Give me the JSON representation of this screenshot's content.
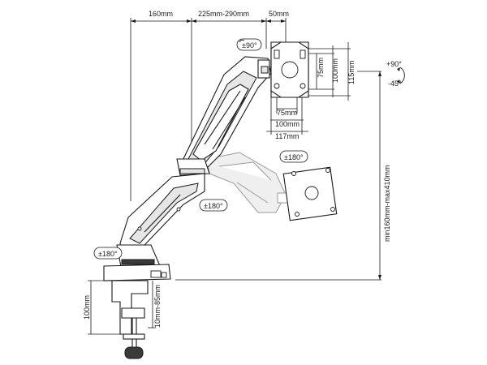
{
  "dimensions": {
    "top": [
      "160mm",
      "225mm-290mm",
      "50mm"
    ],
    "vesa": [
      "75mm",
      "100mm",
      "75mm",
      "100mm",
      "117mm",
      "115mm"
    ],
    "height_range": "min160mm-max410mm",
    "clamp_height": "100mm",
    "clamp_range": "10mm-85mm"
  },
  "rotation": {
    "plate": "±90°",
    "ghost": "±180°",
    "elbow": "±180°",
    "base": "±180°",
    "tilt_up": "+90°",
    "tilt_down": "-45°"
  }
}
